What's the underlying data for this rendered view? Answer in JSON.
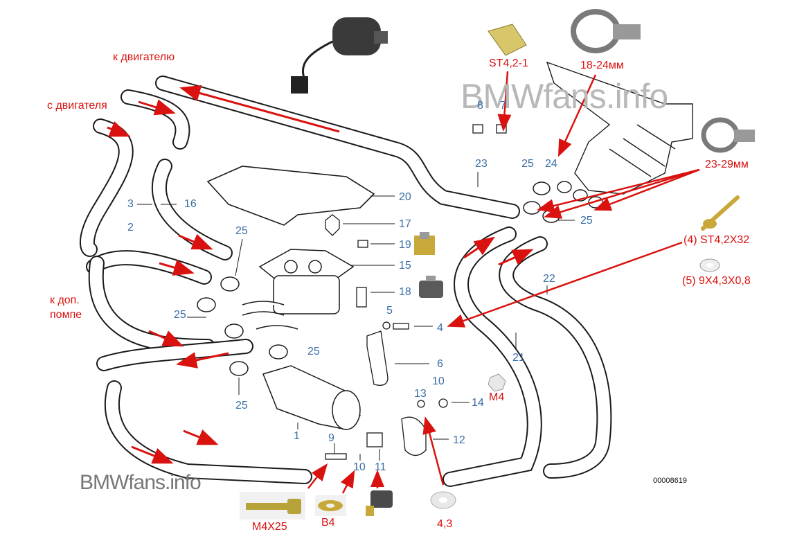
{
  "watermark_text": "BMWfans.info",
  "drawing_number": "00008619",
  "red_labels": {
    "to_engine": "к двигателю",
    "from_engine": "с двигателя",
    "to_aux_pump_line1": "к доп.",
    "to_aux_pump_line2": "помпе",
    "st42_1": "ST4,2-1",
    "clamp_18_24": "18-24мм",
    "clamp_23_29": "23-29мм",
    "screw_4": "(4) ST4,2X32",
    "washer_5": "(5) 9X4,3X0,8",
    "nut_m4": "M4",
    "bolt_m4x25": "M4X25",
    "washer_b4": "B4",
    "washer_43": "4,3"
  },
  "part_numbers": {
    "p1": "1",
    "p2": "2",
    "p3": "3",
    "p4": "4",
    "p5": "5",
    "p6": "6",
    "p7": "7",
    "p8": "8",
    "p9": "9",
    "p10a": "10",
    "p10b": "10",
    "p11": "11",
    "p12": "12",
    "p13": "13",
    "p14": "14",
    "p15": "15",
    "p16": "16",
    "p17": "17",
    "p18": "18",
    "p19": "19",
    "p20": "20",
    "p21": "21",
    "p22": "22",
    "p23": "23",
    "p24": "24",
    "p25a": "25",
    "p25b": "25",
    "p25c": "25",
    "p25d": "25",
    "p25e": "25",
    "p25f": "25"
  },
  "colors": {
    "accent_red": "#d9120f",
    "label_blue": "#3a6ea5",
    "line_black": "#1a1a1a",
    "watermark_gray": "#b8b8b8"
  }
}
